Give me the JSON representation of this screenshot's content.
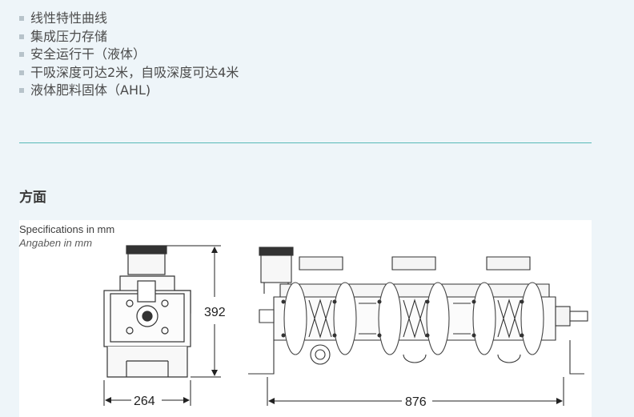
{
  "features": [
    "线性特性曲线",
    "集成压力存储",
    "安全运行干（液体）",
    "干吸深度可达2米，自吸深度可达4米",
    "液体肥料固体（AHL)"
  ],
  "section": {
    "title": "方面"
  },
  "drawing": {
    "spec_en": "Specifications in mm",
    "spec_de": "Angaben in mm",
    "dim_height": "392",
    "dim_width_front": "264",
    "dim_length": "876"
  }
}
